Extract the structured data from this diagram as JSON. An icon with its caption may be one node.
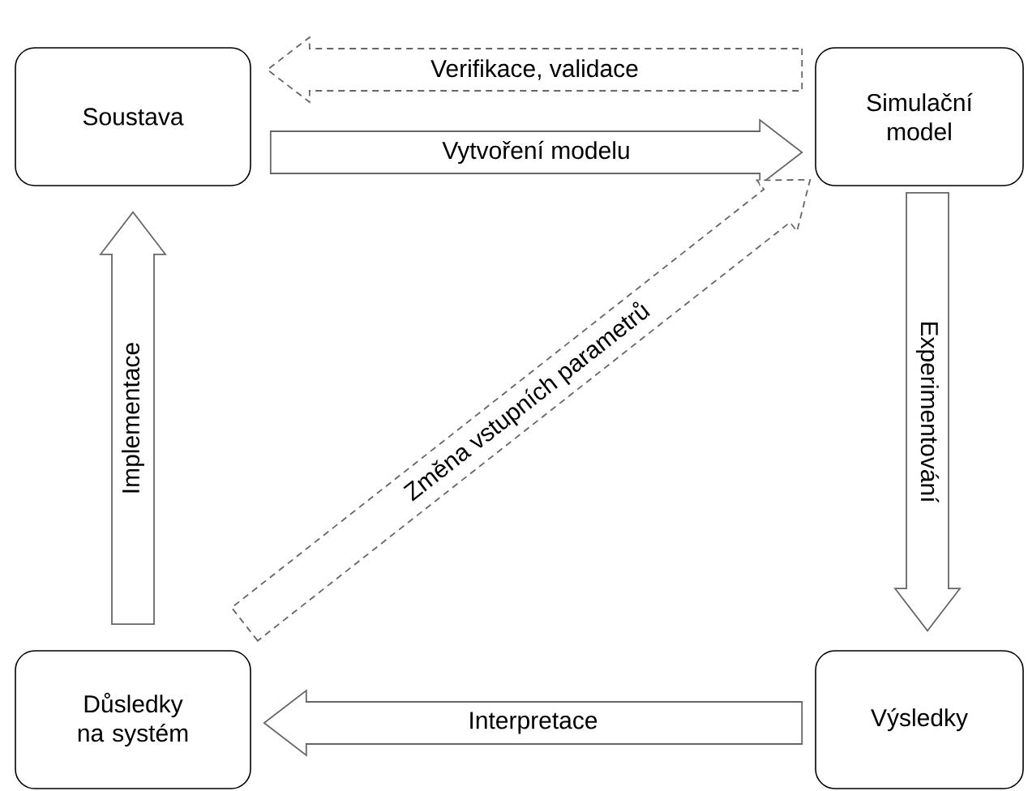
{
  "diagram": {
    "nodes": [
      {
        "text": [
          "Soustava"
        ]
      },
      {
        "text": [
          "Simulační model"
        ]
      },
      {
        "text": [
          "Výsledky"
        ]
      },
      {
        "text": [
          "Důsledky na systém"
        ]
      }
    ],
    "edges": [
      {
        "from": 1,
        "to": 0,
        "arrow": "to",
        "label": "Verifikace, validace",
        "style": "dashed"
      },
      {
        "from": 0,
        "to": 1,
        "arrow": "to",
        "label": "Vytvoření modelu"
      },
      {
        "from": 1,
        "to": 2,
        "arrow": "to",
        "label": "Experimentování"
      },
      {
        "from": 2,
        "to": 3,
        "arrow": "to",
        "label": "Interpretace"
      },
      {
        "from": 3,
        "to": 0,
        "arrow": "to",
        "label": "Implementace"
      },
      {
        "from": 3,
        "to": 1,
        "arrow": "to",
        "label": "Změna vstupních parametrů",
        "style": "dashed"
      }
    ]
  }
}
